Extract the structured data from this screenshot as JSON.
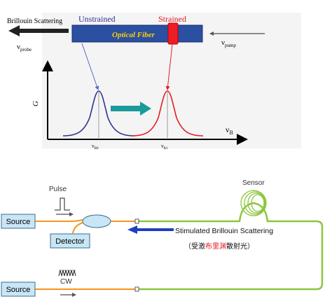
{
  "top": {
    "brillouin_scattering": "Brillouin Scattering",
    "unstrained": "Unstrained",
    "strained": "Strained",
    "optical_fiber": "Optical Fiber",
    "nu_probe": "ν",
    "nu_probe_sub": "probe",
    "nu_pump": "ν",
    "nu_pump_sub": "pump",
    "g_axis": "G",
    "nu_b": "ν",
    "nu_b_sub": "B",
    "nu_b0": "ν",
    "nu_b0_sub": "B0",
    "nu_b1": "ν",
    "nu_b1_sub": "B1",
    "colors": {
      "unstrained": "#2e3192",
      "strained": "#e31b23",
      "fiber": "#2b4fa1",
      "fiber_text": "#ffd200",
      "shift_arrow": "#1a9a9a"
    }
  },
  "bottom": {
    "pulse": "Pulse",
    "sensor": "Sensor",
    "source_top": "Source",
    "detector": "Detector",
    "source_bottom": "Source",
    "cw": "CW",
    "stimulated_label": "Stimulated Brillouin Scattering",
    "japanese_open": "（受激",
    "japanese_red": "布里",
    "japanese_mid": "渊",
    "japanese_close": "散射光）",
    "colors": {
      "box_fill": "#c8e6f5",
      "orange_fiber": "#f7941d",
      "green_fiber": "#8dc63f",
      "arrow_blue": "#1f3fbf"
    }
  }
}
